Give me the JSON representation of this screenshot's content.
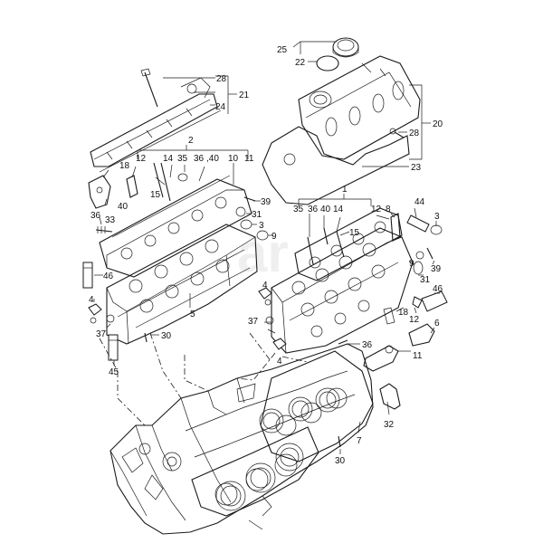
{
  "callouts": [
    {
      "id": "c28a",
      "text": "28"
    },
    {
      "id": "c21",
      "text": "21"
    },
    {
      "id": "c24",
      "text": "24"
    },
    {
      "id": "c25",
      "text": "25"
    },
    {
      "id": "c22",
      "text": "22"
    },
    {
      "id": "c20",
      "text": "20"
    },
    {
      "id": "c28b",
      "text": "28"
    },
    {
      "id": "c23",
      "text": "23"
    },
    {
      "id": "c2",
      "text": "2"
    },
    {
      "id": "c14a",
      "text": "14"
    },
    {
      "id": "c35a",
      "text": "35"
    },
    {
      "id": "c36a",
      "text": "36"
    },
    {
      "id": "c40a",
      "text": ",40"
    },
    {
      "id": "c10",
      "text": "10"
    },
    {
      "id": "c11",
      "text": "11"
    },
    {
      "id": "c12a",
      "text": "12"
    },
    {
      "id": "c18a",
      "text": "18"
    },
    {
      "id": "c15a",
      "text": "15"
    },
    {
      "id": "c40b",
      "text": "40"
    },
    {
      "id": "c36b",
      "text": "36"
    },
    {
      "id": "c33",
      "text": "33"
    },
    {
      "id": "c39a",
      "text": "39"
    },
    {
      "id": "c31a",
      "text": "31"
    },
    {
      "id": "c3a",
      "text": "3"
    },
    {
      "id": "c9a",
      "text": "9"
    },
    {
      "id": "c46a",
      "text": "46"
    },
    {
      "id": "c5",
      "text": "5"
    },
    {
      "id": "c4a",
      "text": "4"
    },
    {
      "id": "c37a",
      "text": "37"
    },
    {
      "id": "c37b",
      "text": "37"
    },
    {
      "id": "c30a",
      "text": "30"
    },
    {
      "id": "c45",
      "text": "45"
    },
    {
      "id": "c1",
      "text": "1"
    },
    {
      "id": "c35b",
      "text": "35"
    },
    {
      "id": "c36c",
      "text": "36"
    },
    {
      "id": "c40c",
      "text": "40"
    },
    {
      "id": "c14b",
      "text": "14"
    },
    {
      "id": "c12b",
      "text": "12"
    },
    {
      "id": "c8",
      "text": "8"
    },
    {
      "id": "c44",
      "text": "44"
    },
    {
      "id": "c3b",
      "text": "3"
    },
    {
      "id": "c15b",
      "text": "15"
    },
    {
      "id": "c39b",
      "text": "39"
    },
    {
      "id": "c9b",
      "text": "9"
    },
    {
      "id": "c31b",
      "text": "31"
    },
    {
      "id": "c46b",
      "text": "46"
    },
    {
      "id": "c12c",
      "text": "12"
    },
    {
      "id": "c6",
      "text": "6"
    },
    {
      "id": "c18b",
      "text": "18"
    },
    {
      "id": "c11b",
      "text": "11"
    },
    {
      "id": "c4b",
      "text": "4"
    },
    {
      "id": "c36d",
      "text": "36"
    },
    {
      "id": "c32",
      "text": "32"
    },
    {
      "id": "c7",
      "text": "7"
    },
    {
      "id": "c30b",
      "text": "30"
    },
    {
      "id": "c4c",
      "text": "4"
    }
  ],
  "watermark": "ar"
}
